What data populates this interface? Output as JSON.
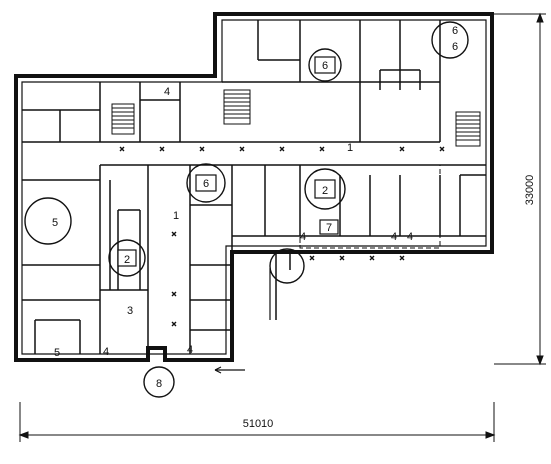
{
  "plan": {
    "dimension_width": "51010",
    "dimension_height": "33000",
    "labels": {
      "corridor_top": "1",
      "corridor_left": "1",
      "room_2_center": "2",
      "room_2_left": "2",
      "room_3": "3",
      "room_4_top": "4",
      "room_4_mid": "4",
      "room_4_a": "4",
      "room_4_b": "4",
      "room_4_bottom_a": "4",
      "room_4_bottom_b": "4",
      "room_5": "5",
      "room_5_bottom": "5",
      "room_6_top_center": "6",
      "room_6_top_right_a": "6",
      "room_6_top_right_b": "6",
      "room_6_mid": "6",
      "room_7": "7",
      "room_8": "8"
    }
  }
}
